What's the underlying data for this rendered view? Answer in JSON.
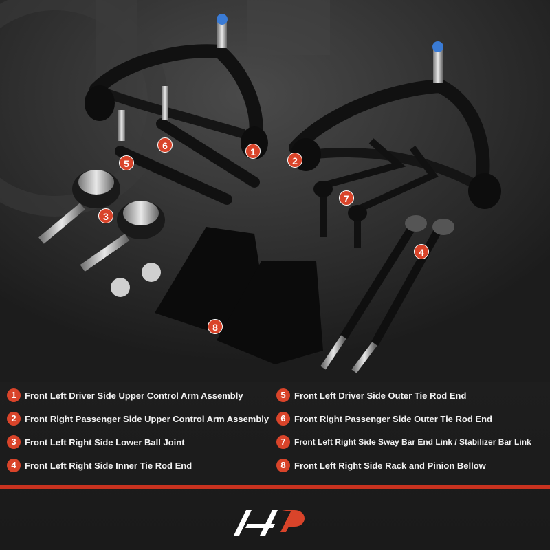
{
  "badges": [
    "1",
    "2",
    "3",
    "4",
    "5",
    "6",
    "7",
    "8"
  ],
  "legend": [
    {
      "num": "1",
      "text": "Front Left Driver Side Upper  Control Arm Assembly"
    },
    {
      "num": "2",
      "text": "Front Right Passenger Side Upper  Control Arm Assembly"
    },
    {
      "num": "3",
      "text": "Front Left Right Side Lower Ball Joint"
    },
    {
      "num": "4",
      "text": "Front Left Right Side Inner Tie Rod End"
    },
    {
      "num": "5",
      "text": "Front Left Driver Side Outer Tie Rod End"
    },
    {
      "num": "6",
      "text": "Front Right Passenger Side Outer Tie Rod End"
    },
    {
      "num": "7",
      "text": "Front Left Right Side Sway Bar End Link / Stabilizer Bar Link"
    },
    {
      "num": "8",
      "text": "Front Left Right Side Rack and Pinion Bellow"
    }
  ],
  "colors": {
    "accent": "#d9442a",
    "bar": "#c9321f",
    "background": "#1e1e1e",
    "text": "#f2f2f2"
  },
  "icons": {
    "logo": "brand-logo"
  }
}
